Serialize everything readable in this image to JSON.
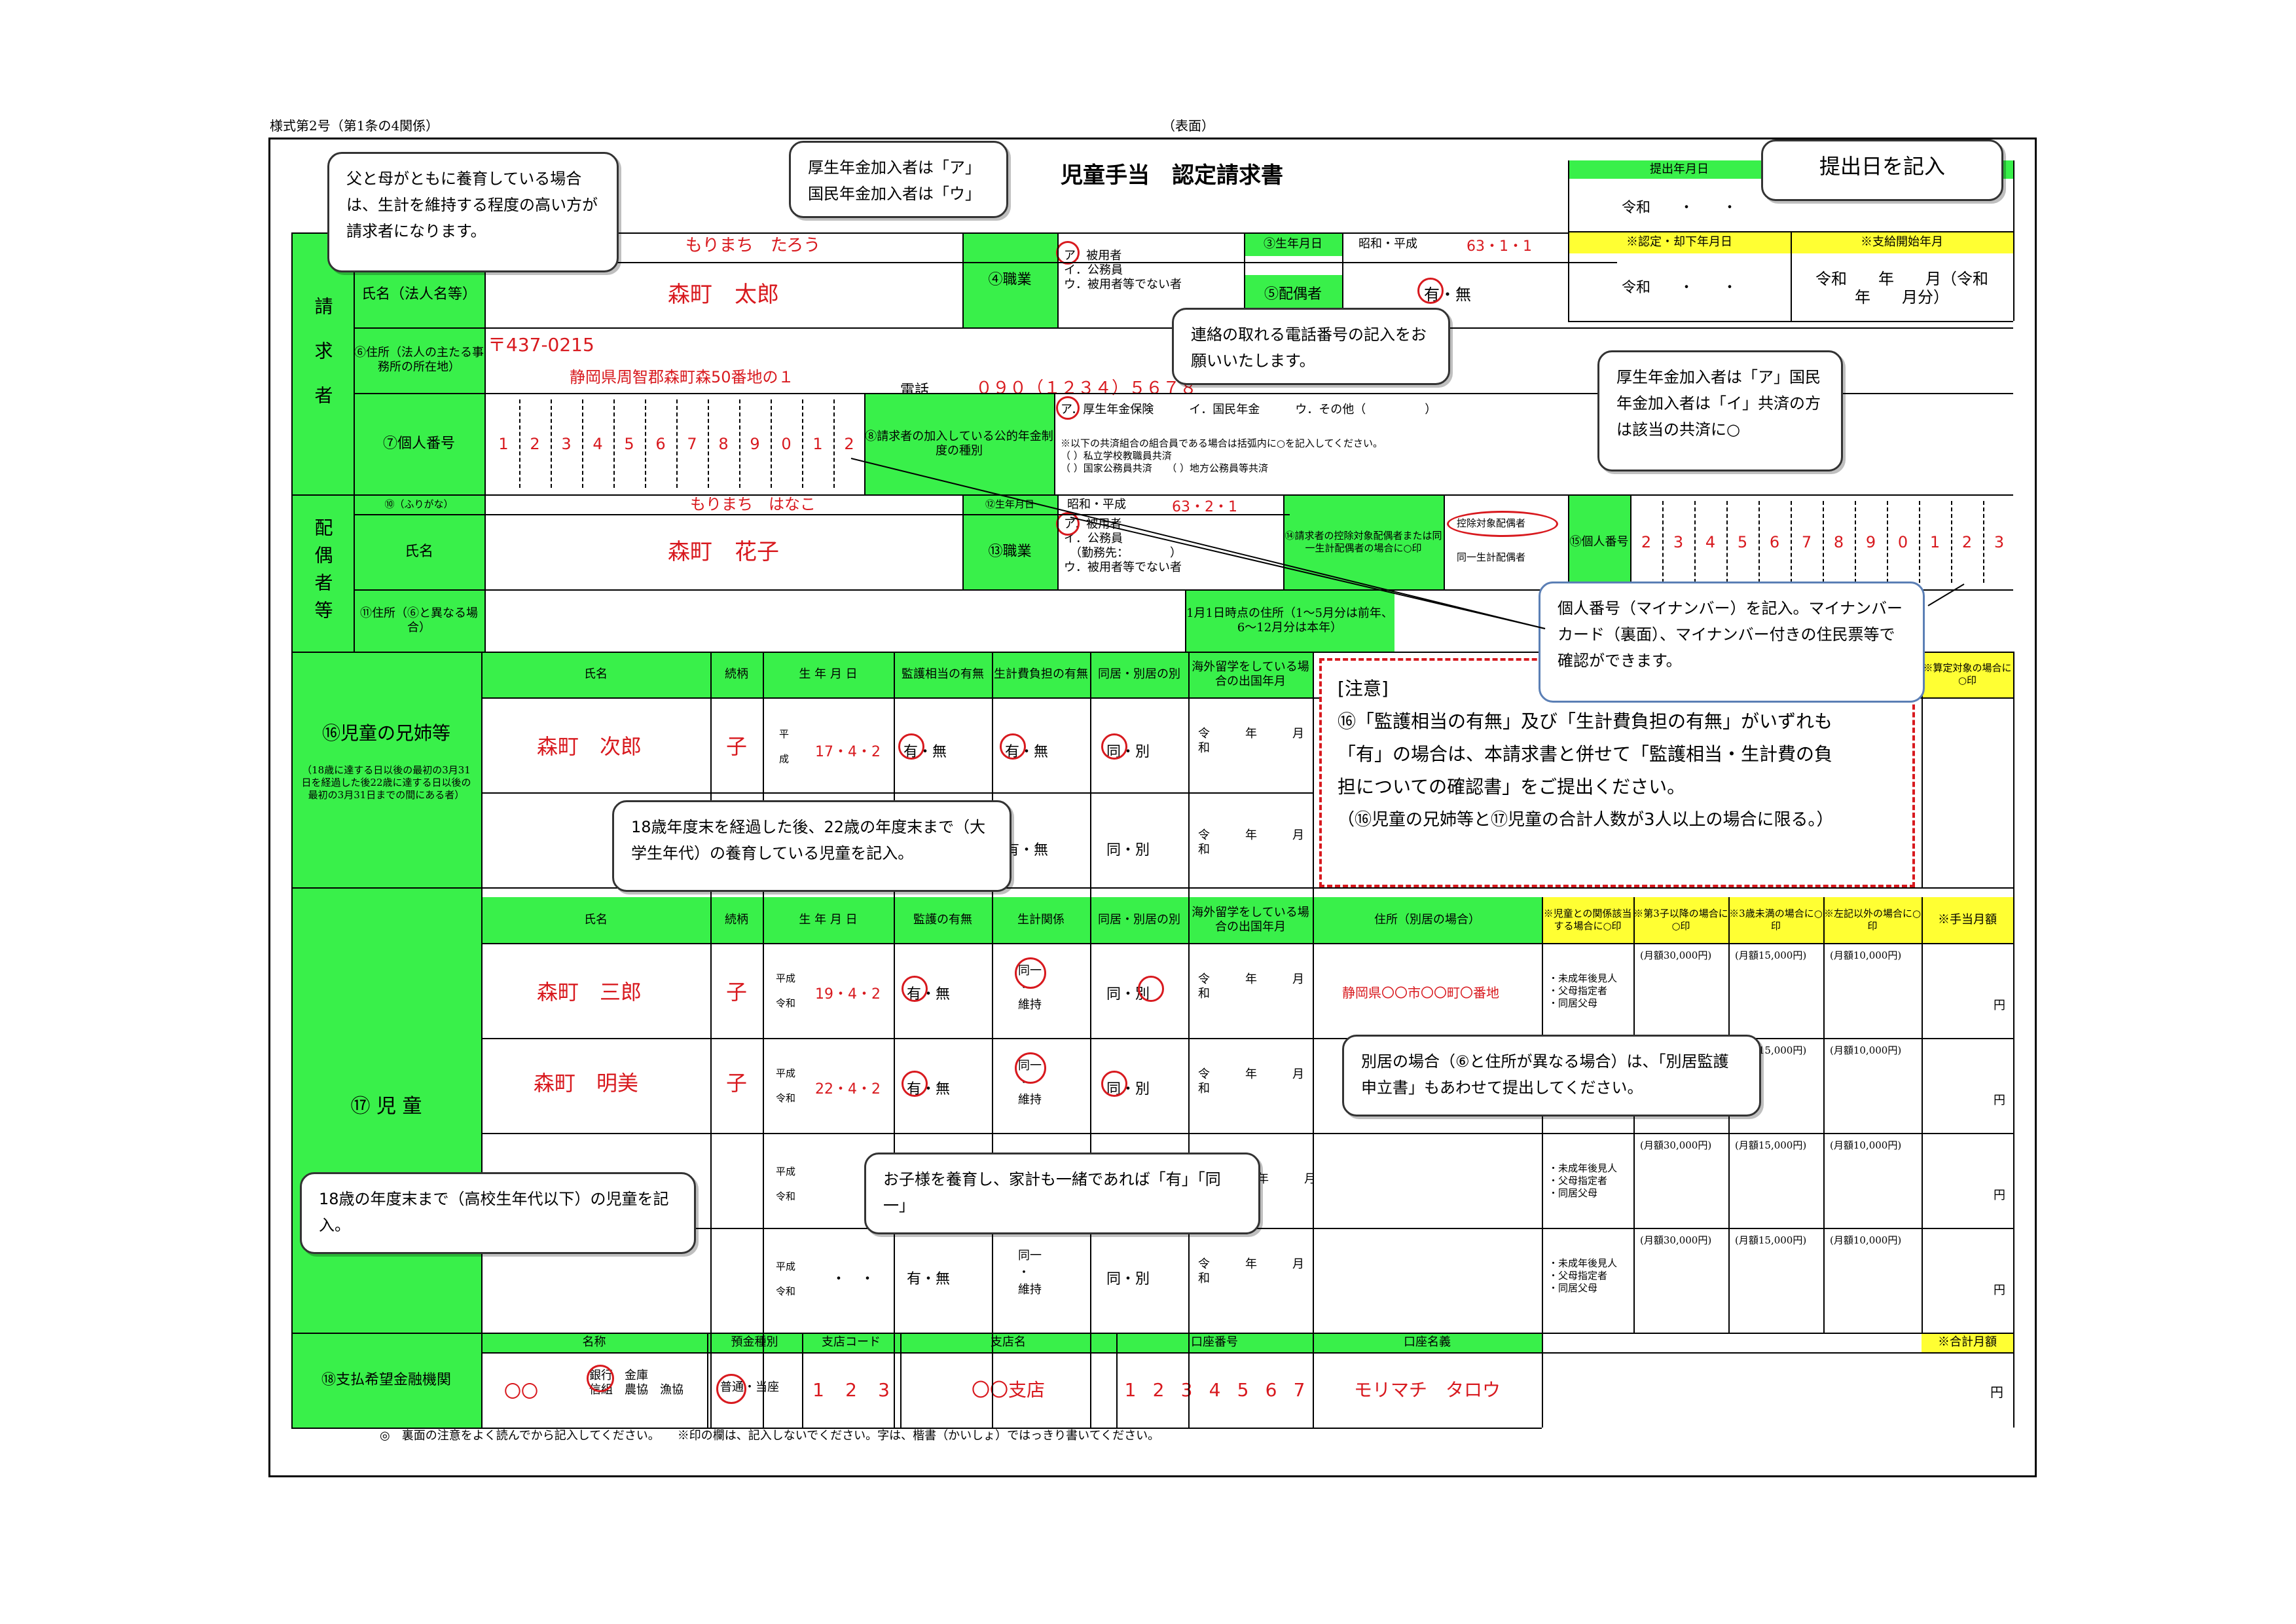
{
  "header": {
    "form_no": "様式第2号（第1条の4関係）",
    "side": "（表面）",
    "title": "児童手当　認定請求書"
  },
  "bubbles": {
    "parents": "父と母がともに養育している場合は、生計を維持する程度の高い方が請求者になります。",
    "pension_job": "厚生年金加入者は「ア」国民年金加入者は「ウ」",
    "date": "提出日を記入",
    "phone": "連絡の取れる電話番号の記入をお願いいたします。",
    "pension_type": "厚生年金加入者は「ア」国民年金加入者は「イ」共済の方は該当の共済に○",
    "mynumber": "個人番号（マイナンバー）を記入。マイナンバーカード（裏面）、マイナンバー付きの住民票等で確認ができます。",
    "age22": "18歳年度末を経過した後、22歳の年度末まで（大学生年代）の養育している児童を記入。",
    "separate": "別居の場合（⑥と住所が異なる場合）は、「別居監護申立書」もあわせて提出してください。",
    "age18": "18歳の年度末まで（高校生年代以下）の児童を記入。",
    "support": "お子様を養育し、家計も一緒であれば「有」「同一」"
  },
  "notice": {
    "head": "[注意]",
    "l1": "⑯「監護相当の有無」及び「生計費負担の有無」がいずれも",
    "l2": "「有」の場合は、本請求書と併せて「監護相当・生計費の負",
    "l3": "担についての確認書」をご提出ください。",
    "l4": "（⑯児童の兄姉等と⑰児童の合計人数が3人以上の場合に限る。）"
  },
  "labels": {
    "seikyusha": "請求者",
    "name": "氏名（法人名等）",
    "address": "⑥住所（法人の主たる事務所の所在地）",
    "mynum": "⑦個人番号",
    "job": "④職業",
    "dob": "③生年月日",
    "spouse": "⑤配偶者",
    "pension": "⑧請求者の加入している公的年金制度の種別",
    "phone_lbl": "電話",
    "submit_date": "提出年月日",
    "reiwa": "令和　　・　　・",
    "reiwa2": "令和　　・　　・",
    "nintei": "※認定・却下年月日",
    "shikyu": "※支給開始年月",
    "shikyu_val": "令和　　年　　月（令和　　年　　月分）",
    "haigusha": "配偶者等",
    "furigana": "⑩（ふりがな）",
    "name2": "氏名",
    "addr11": "⑪住所（⑥と異なる場合）",
    "dob12": "⑫生年月日",
    "job13": "⑬職業",
    "kojo": "⑭請求者の控除対象配偶者または同一生計配偶者の場合に○印",
    "kojo_a": "控除対象配偶者",
    "kojo_b": "同一生計配偶者",
    "mynum15": "⑮個人番号",
    "jan1": "1月1日時点の住所（1～5月分は前年、6～12月分は本年）",
    "sibling": "⑯児童の兄姉等",
    "sibling_note": "（18歳に達する日以後の最初の3月31日を経過した後22歳に達する日以後の最初の3月31日までの間にある者）",
    "col_name": "氏名",
    "col_rel": "続柄",
    "col_dob": "生 年 月 日",
    "col_kango": "監護相当の有無",
    "col_seikei": "生計費負担の有無",
    "col_dokyo": "同居・別居の別",
    "col_abroad": "海外留学をしている場合の出国年月",
    "col_santei": "※算定対象の場合に○印",
    "child": "⑰ 児 童",
    "col_kango2": "監護の有無",
    "col_seikei2": "生計関係",
    "col_addr": "住所（別居の場合）",
    "col_gaito": "※児童との関係該当する場合に○印",
    "col_3rd": "※第3子以降の場合に○印",
    "col_3y": "※3歳未満の場合に○印",
    "col_other": "※左記以外の場合に○印",
    "col_monthly": "※手当月額",
    "bank": "⑱支払希望金融機関",
    "b_name": "名称",
    "b_type": "預金種別",
    "b_code": "支店コード",
    "b_branch": "支店名",
    "b_acct": "口座番号",
    "b_holder": "口座名義",
    "total": "※合計月額",
    "yen": "円",
    "footer": "◎　裏面の注意をよく読んでから記入してください。　　※印の欄は、記入しないでください。字は、楷書（かいしょ）ではっきり書いてください。"
  },
  "applicant": {
    "furigana": "もりまち　たろう",
    "name": "森町　太郎",
    "zip": "〒437-0215",
    "address": "静岡県周智郡森町森50番地の１",
    "phone": "０９０（１２３４）５６７８",
    "dob": "63・1・1",
    "mynum": [
      "1",
      "2",
      "3",
      "4",
      "5",
      "6",
      "7",
      "8",
      "9",
      "0",
      "1",
      "2"
    ]
  },
  "spouse": {
    "furigana": "もりまち　はなこ",
    "name": "森町　花子",
    "dob": "63・2・1",
    "mynum": [
      "2",
      "3",
      "4",
      "5",
      "6",
      "7",
      "8",
      "9",
      "0",
      "1",
      "2",
      "3"
    ]
  },
  "sibling": {
    "name": "森町　次郎",
    "rel": "子",
    "dob": "17・4・2"
  },
  "children": [
    {
      "name": "森町　三郎",
      "rel": "子",
      "dob": "19・4・2",
      "addr": "静岡県〇〇市〇〇町〇番地"
    },
    {
      "name": "森町　明美",
      "rel": "子",
      "dob": "22・4・2",
      "addr": ""
    }
  ],
  "bank": {
    "name": "〇〇",
    "kind": "銀行",
    "branch_code": [
      "1",
      "2",
      "3"
    ],
    "branch": "〇〇支店",
    "acct": [
      "1",
      "2",
      "3",
      "4",
      "5",
      "6",
      "7"
    ],
    "holder": "モリマチ　タロウ"
  }
}
